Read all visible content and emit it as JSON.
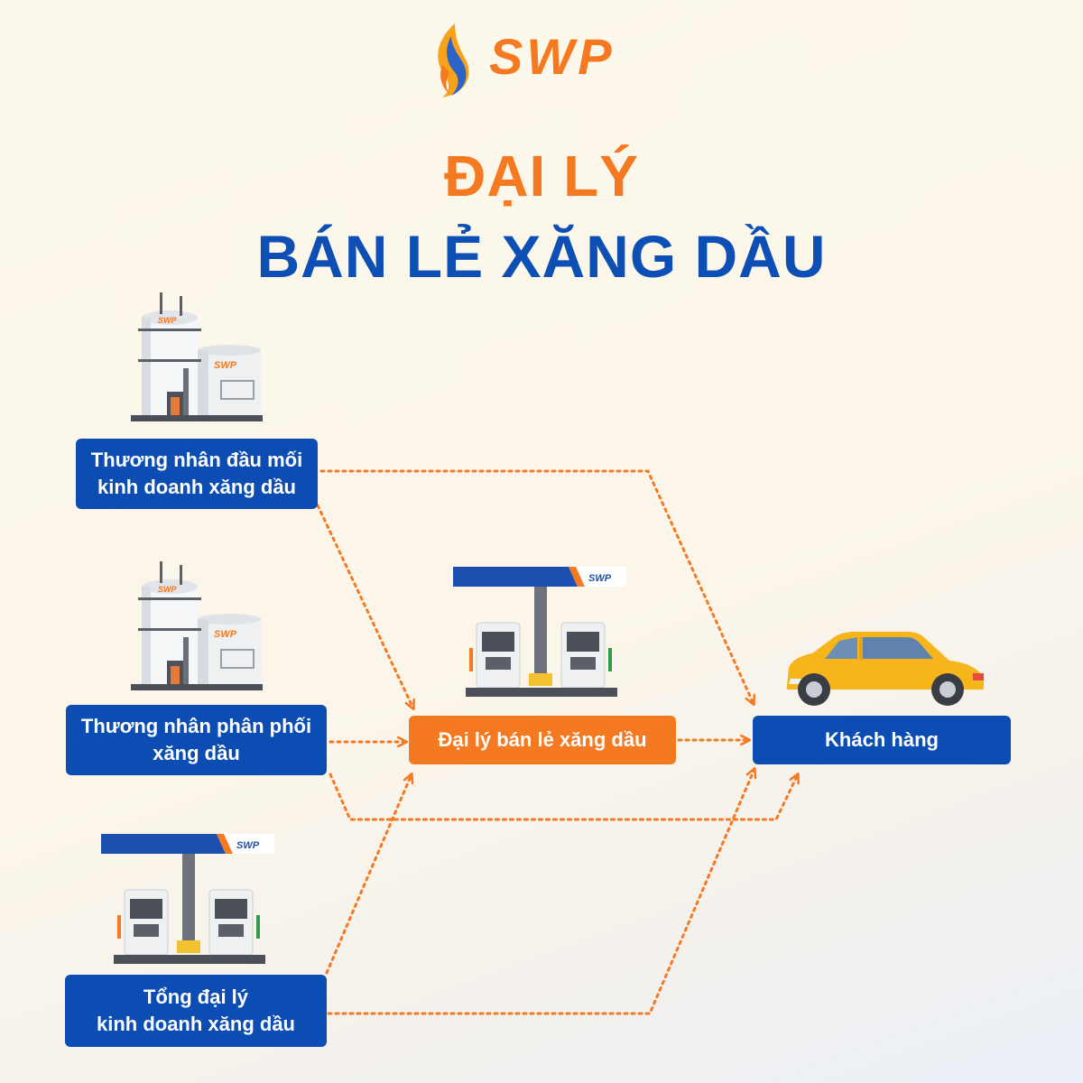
{
  "brand": {
    "name": "SWP",
    "primary": "#0c4db3",
    "accent": "#f47920"
  },
  "title": {
    "line1": "ĐẠI LÝ",
    "line2": "BÁN LẺ XĂNG DẦU"
  },
  "nodes": {
    "wholesaler": {
      "line1": "Thương nhân đầu mối",
      "line2": "kinh doanh xăng dầu",
      "icon": "storage-tank-icon"
    },
    "distributor": {
      "line1": "Thương nhân phân phối",
      "line2": "xăng dầu",
      "icon": "storage-tank-icon"
    },
    "general_agent": {
      "line1": "Tổng đại lý",
      "line2": "kinh doanh xăng dầu",
      "icon": "gas-station-icon"
    },
    "retail_agent": {
      "label": "Đại lý bán lẻ xăng dầu",
      "icon": "gas-station-icon"
    },
    "customer": {
      "label": "Khách hàng",
      "icon": "car-icon"
    }
  }
}
